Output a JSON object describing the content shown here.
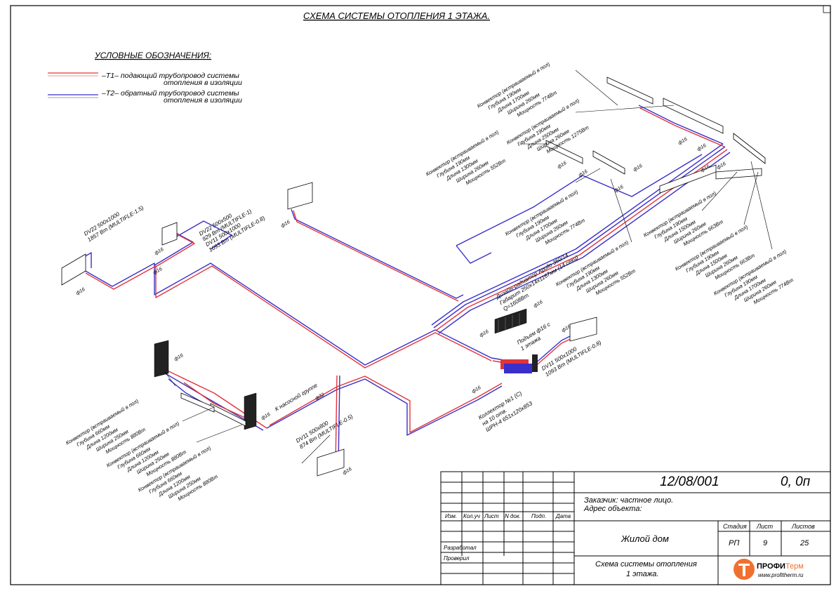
{
  "title": "СХЕМА СИСТЕМЫ ОТОПЛЕНИЯ 1 ЭТАЖА.",
  "legend": {
    "heading": "УСЛОВНЫЕ ОБОЗНАЧЕНИЯ:",
    "items": [
      {
        "line1": "–Т1– подающий трубопровод системы",
        "line2": "отопления в изоляции",
        "color": "#e0343c"
      },
      {
        "line1": "–Т2– обратный трубопровод системы",
        "line2": "отопления в изоляции",
        "color": "#3a2fc9"
      }
    ]
  },
  "colors": {
    "supply": "#e0343c",
    "return": "#3a2fc9",
    "frame": "#000000"
  },
  "labels": {
    "rad_left": [
      "DV22 500х1000",
      "1857 Вт (MULTIFLE-1.5)"
    ],
    "rad_mid": [
      "DV22 500х500",
      "929 Вт (MULTIFLE-1)",
      "DV11 500х1000",
      "1093 Вт (MULTIFLE-0.8)"
    ],
    "rad_bottom": [
      "DV11 500х800",
      "874 Вт (MULTIFLE-0.5)"
    ],
    "rad_right": [
      "DV11 500х1000",
      "1093 Вт (MULTIFLE-0.8)"
    ],
    "design_rad": [
      "Дизайн-радиатор Apollo 350/14",
      "Габарит 250х14х1167мм (14 секц)",
      "Q=1608Вт"
    ],
    "riser": [
      "Подъем ф16 с",
      "1 этажа"
    ],
    "pump": "К насосной группе",
    "collector": [
      "Коллектор №1 (С)",
      "на 10 отв.",
      "ШРН-4 651х120х853"
    ],
    "pipe_16": "ф16",
    "pipe_32": "ф32",
    "conv_top1": [
      "Конвектор (встраиваемый в пол)",
      "Глубина 190мм",
      "Длина 1700мм",
      "Ширина 260мм",
      "Мощность 774Вт"
    ],
    "conv_top2": [
      "Конвектор (встраиваемый в пол)",
      "Глубина 190мм",
      "Длина 2500мм",
      "Ширина 260мм",
      "Мощность 1275Вт"
    ],
    "conv_left": [
      "Конвектор (встраиваемый в пол)",
      "Глубина 190мм",
      "Длина 1300мм",
      "Ширина 260мм",
      "Мощность 552Вт"
    ],
    "conv_center": [
      "Конвектор (встраиваемый в пол)",
      "Глубина 190мм",
      "Длина 1700мм",
      "Ширина 260мм",
      "Мощность 774Вт"
    ],
    "conv_center2": [
      "Конвектор (встраиваемый в пол)",
      "Глубина 190мм",
      "Длина 1300мм",
      "Ширина 260мм",
      "Мощность 552Вт"
    ],
    "conv_right1": [
      "Конвектор (встраиваемый в пол)",
      "Глубина 190мм",
      "Длина 1500мм",
      "Ширина 260мм",
      "Мощность 663Вт"
    ],
    "conv_right2": [
      "Конвектор (встраиваемый в пол)",
      "Глубина 190мм",
      "Длина 1500мм",
      "Ширина 260мм",
      "Мощность 663Вт"
    ],
    "conv_right3": [
      "Конвектор (встраиваемый в пол)",
      "Глубина 190мм",
      "Длина 1700мм",
      "Ширина 260мм",
      "Мощность 774Вт"
    ],
    "conv_bl1": [
      "Конвектор (встраиваемый в пол)",
      "Глубина 660мм",
      "Длина 1200мм",
      "Ширина 250мм",
      "Мощность 880Вт"
    ],
    "conv_bl2": [
      "Конвектор (встраиваемый в пол)",
      "Глубина 660мм",
      "Длина 1200мм",
      "Ширина 250мм",
      "Мощность 880Вт"
    ],
    "conv_bl3": [
      "Конвектор (встраиваемый в пол)",
      "Глубина 660мм",
      "Длина 1200мм",
      "Ширина 250мм",
      "Мощность 880Вт"
    ]
  },
  "title_block": {
    "code": "12/08/001",
    "rev": "0, 0п",
    "customer": "Заказчик: частное лицо.",
    "address": "Адрес объекта:",
    "col_headers": [
      "Изм.",
      "Кол.уч",
      "Лист",
      "N док.",
      "Подп.",
      "Дата"
    ],
    "developed": "Разработал",
    "checked": "Проверил",
    "object": "Жилой дом",
    "stage_h": "Стадия",
    "sheet_h": "Лист",
    "sheets_h": "Листов",
    "stage": "РП",
    "sheet": "9",
    "sheets": "25",
    "drawing_name_1": "Схема системы отопления",
    "drawing_name_2": "1 этажа.",
    "logo_brand_1": "ПРОФИ",
    "logo_brand_2": "Терм",
    "logo_url": "www.profitherm.ru"
  }
}
